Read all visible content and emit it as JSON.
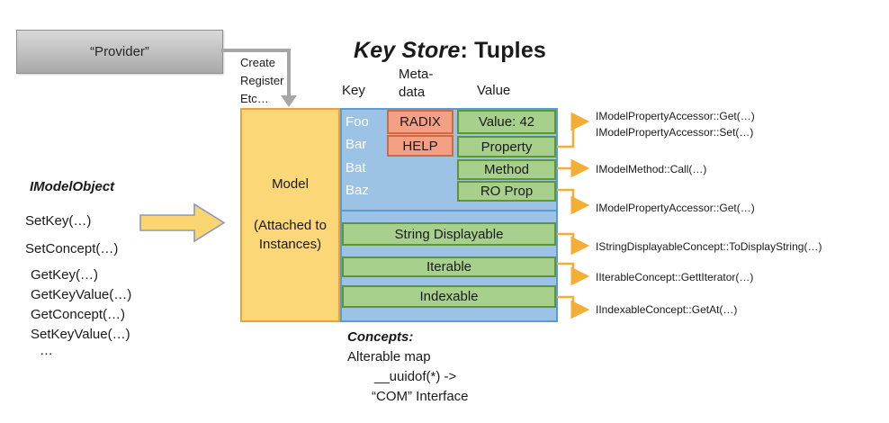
{
  "provider": {
    "label": "“Provider”",
    "connector_lines": [
      "Create",
      "Register",
      "Etc…"
    ]
  },
  "title": {
    "keystore": "Key Store",
    "rest": ": Tuples"
  },
  "headers": {
    "key": "Key",
    "meta_line1": "Meta-",
    "meta_line2": "data",
    "value": "Value"
  },
  "model_box": {
    "title": "Model",
    "subtitle_line1": "(Attached to",
    "subtitle_line2": "Instances)"
  },
  "tuple_table": {
    "keys": [
      "Foo",
      "Bar",
      "Bat",
      "Baz"
    ],
    "metadata_cells": [
      "RADIX",
      "HELP"
    ],
    "value_cells": [
      "Value: 42",
      "Property",
      "Method",
      "RO Prop"
    ],
    "concept_bars": [
      "String Displayable",
      "Iterable",
      "Indexable"
    ]
  },
  "imodelobject": {
    "heading": "IModelObject",
    "members": [
      "SetKey(…)",
      "SetConcept(…)",
      "GetKey(…)",
      "GetKeyValue(…)",
      "GetConcept(…)",
      "SetKeyValue(…)",
      "…"
    ]
  },
  "api_labels": [
    "IModelPropertyAccessor::Get(…)",
    "IModelPropertyAccessor::Set(…)",
    "IModelMethod::Call(…)",
    "IModelPropertyAccessor::Get(…)",
    "IStringDisplayableConcept::ToDisplayString(…)",
    "IIterableConcept::GettIterator(…)",
    "IIndexableConcept::GetAt(…)"
  ],
  "concepts_note": {
    "heading": "Concepts:",
    "line1": "Alterable map",
    "line2": "__uuidof(*) ->",
    "line3": "“COM” Interface"
  },
  "colors": {
    "model_fill": "#FBD778",
    "model_border": "#E8A33C",
    "store_fill": "#9CC3E5",
    "store_border": "#5B9BD5",
    "metadata_fill": "#F3A085",
    "metadata_border": "#CE6A44",
    "value_fill": "#A8D08D",
    "value_border": "#5E9732",
    "provider_fill_top": "#D9D9D9",
    "provider_fill_bottom": "#A9A9A9",
    "gray_connector": "#A6A6A6",
    "orange_connector": "#F2AE35",
    "block_arrow_fill": "#FBD56F",
    "block_arrow_border": "#8A9BB8"
  }
}
